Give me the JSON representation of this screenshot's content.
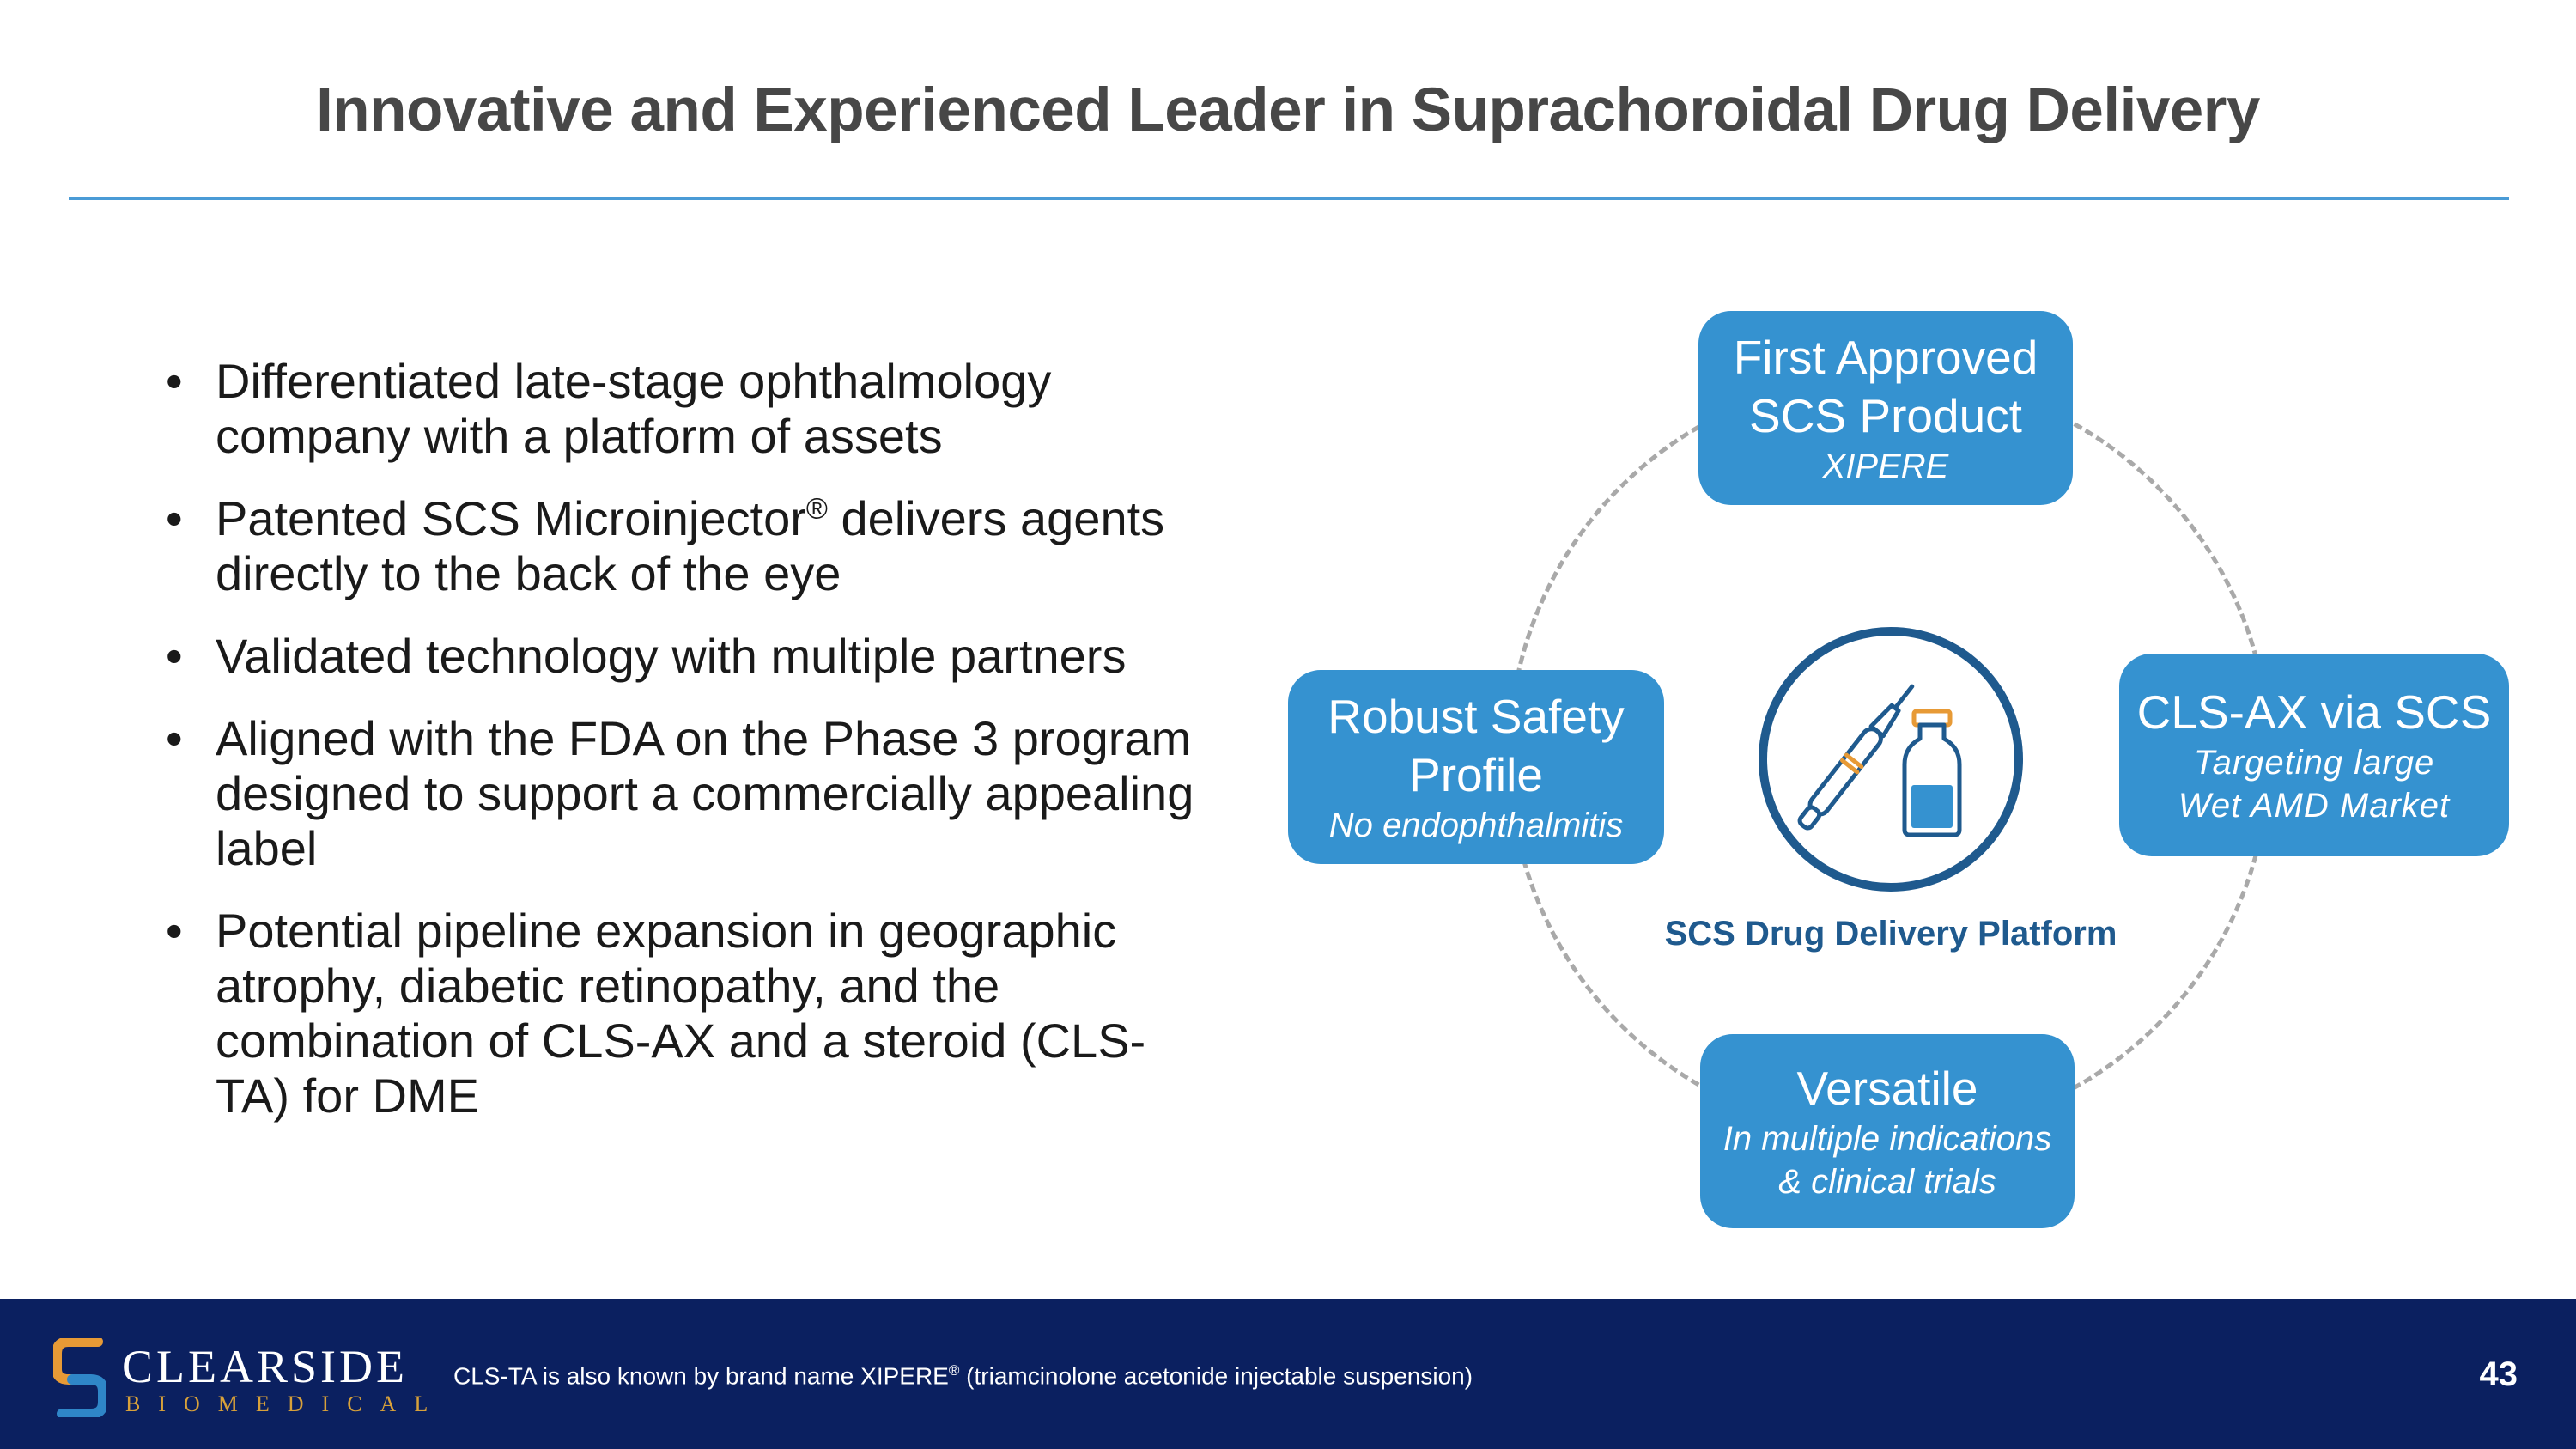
{
  "slide": {
    "title": "Innovative and Experienced Leader in Suprachoroidal Drug Delivery"
  },
  "bullets": [
    {
      "text": "Differentiated late-stage ophthalmology company with a platform of assets"
    },
    {
      "text_before": "Patented SCS Microinjector",
      "sup": "®",
      "text_after": " delivers agents directly to the back of the eye"
    },
    {
      "text": "Validated technology with multiple partners"
    },
    {
      "text": "Aligned with the FDA on the Phase 3 program designed to support a commercially appealing label"
    },
    {
      "text": "Potential pipeline expansion in geographic atrophy, diabetic retinopathy, and the combination of CLS-AX and a steroid (CLS-TA) for DME"
    }
  ],
  "bullet_glyph": "•",
  "diagram": {
    "center_label": "SCS Drug Delivery Platform",
    "center_icon": "microinjector-and-vial-icon",
    "colors": {
      "pill": "#3592d0",
      "center_ring": "#1f5a8e",
      "dashed_ring": "#a9a9a9"
    },
    "pills": {
      "top": {
        "line1": "First Approved",
        "line2": "SCS Product",
        "sub1": "XIPERE"
      },
      "left": {
        "line1": "Robust Safety",
        "line2": "Profile",
        "sub1": "No endophthalmitis"
      },
      "right": {
        "line1": "CLS-AX via SCS",
        "sub1": "Targeting large",
        "sub2": "Wet AMD Market"
      },
      "bottom": {
        "line1": "Versatile",
        "sub1": "In multiple indications",
        "sub2": "& clinical trials"
      }
    }
  },
  "footer": {
    "logo_name": "CLEARSIDE",
    "logo_sub": "BIOMEDICAL",
    "footnote_before": "CLS-TA is also known by brand name XIPERE",
    "footnote_sup": "®",
    "footnote_after": " (triamcinolone acetonide injectable suspension)",
    "page_number": "43",
    "colors": {
      "background": "#0b2060",
      "logo_accent": "#d8a13a"
    }
  }
}
